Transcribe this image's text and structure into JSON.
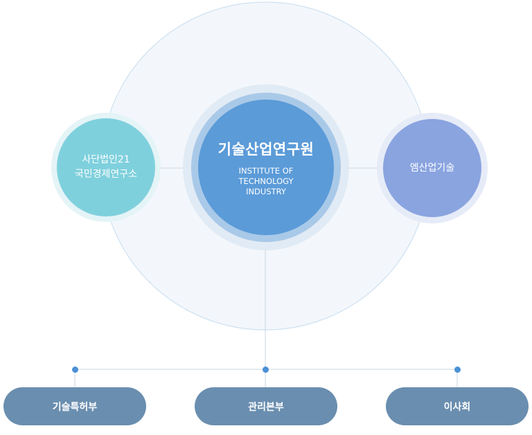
{
  "center": {
    "title": "기술산업연구원",
    "subtitle_lines": [
      "INSTITUTE OF",
      "TECHNOLOGY",
      "INDUSTRY"
    ]
  },
  "left_node": {
    "lines": [
      "사단법인21",
      "국민경제연구소"
    ]
  },
  "right_node": {
    "lines": [
      "엠산업기술"
    ]
  },
  "departments": [
    {
      "label": "기술특허부"
    },
    {
      "label": "관리본부"
    },
    {
      "label": "이사회"
    }
  ],
  "colors": {
    "big_circle_fill": "#f3f7fb",
    "big_circle_stroke": "#c6dcef",
    "center": "#5b9bd8",
    "left": "#7fd0dd",
    "right": "#8aa4e0",
    "pill": "#6a8eaf",
    "connector": "#c9d6e2",
    "dot": "#4a90d6"
  }
}
